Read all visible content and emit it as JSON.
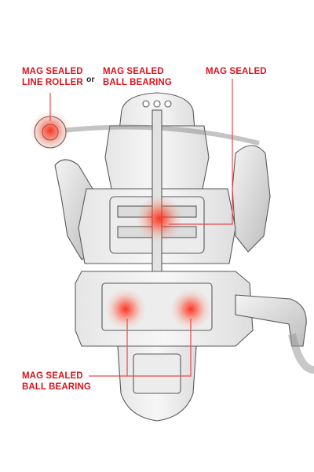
{
  "colors": {
    "accent": "#d9141d",
    "connector": "#e84a4a",
    "body_stroke": "#5a5a5a",
    "body_fill": "#f1f1f1",
    "glow": "#ff2a1a",
    "or_text": "#222222"
  },
  "labels": {
    "line_roller": [
      "MAG SEALED",
      "LINE ROLLER"
    ],
    "or_word": "or",
    "ball_bearing_top": [
      "MAG SEALED",
      "BALL BEARING"
    ],
    "mag_sealed": "MAG SEALED",
    "ball_bearing_bottom": [
      "MAG SEALED",
      "BALL BEARING"
    ]
  },
  "image": {
    "subject": "spinning-reel-xray"
  }
}
